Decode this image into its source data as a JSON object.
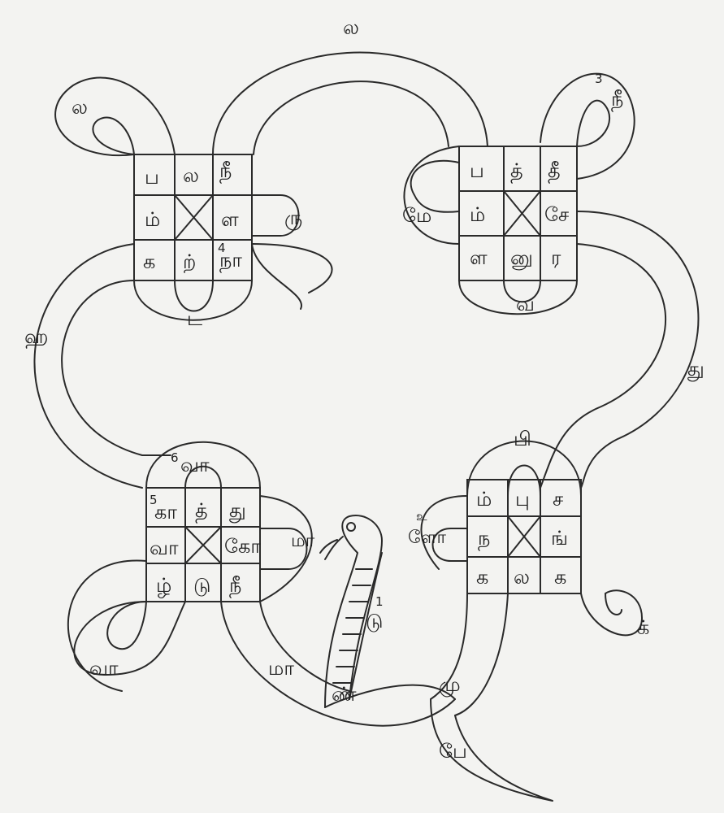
{
  "knots": {
    "top_left": [
      "ப",
      "ல",
      "நீ",
      "ம்",
      "ள",
      "க",
      "ற்",
      "நா"
    ],
    "top_right": [
      "ப",
      "த்",
      "தீ",
      "ம்",
      "சே",
      "ள",
      "னு",
      "ர"
    ],
    "bottom_left": [
      "கா",
      "த்",
      "து",
      "வா",
      "கோ",
      "ழ்",
      "டு",
      "நீ"
    ],
    "bottom_right": [
      "ம்",
      "பு",
      "ச",
      "ந",
      "ங்",
      "க",
      "ல",
      "க"
    ]
  },
  "path_labels": {
    "top_center": "ல",
    "top_left_loop": "ல",
    "top_left_right": "ரு",
    "top_left_bottom": "ட",
    "left_curve": "ஹ",
    "top_right_left": "மே",
    "top_right_loop": "நீ",
    "top_right_bottom": "வ",
    "right_curve": "து",
    "bottom_right_top": "பி",
    "bottom_right_left": "ளோ",
    "bottom_right_loop": "க்",
    "bottom_left_top": "வா",
    "bottom_left_right": "மா",
    "bottom_left_loop": "வா",
    "bottom_center": "மா",
    "snake_neck": "ண்",
    "snake_body": "மு",
    "tail": "பே",
    "cobra_mark": "டு"
  },
  "numbers": {
    "n1": "1",
    "n2": "உ",
    "n3": "3",
    "n4": "4",
    "n5": "5",
    "n6": "6"
  }
}
